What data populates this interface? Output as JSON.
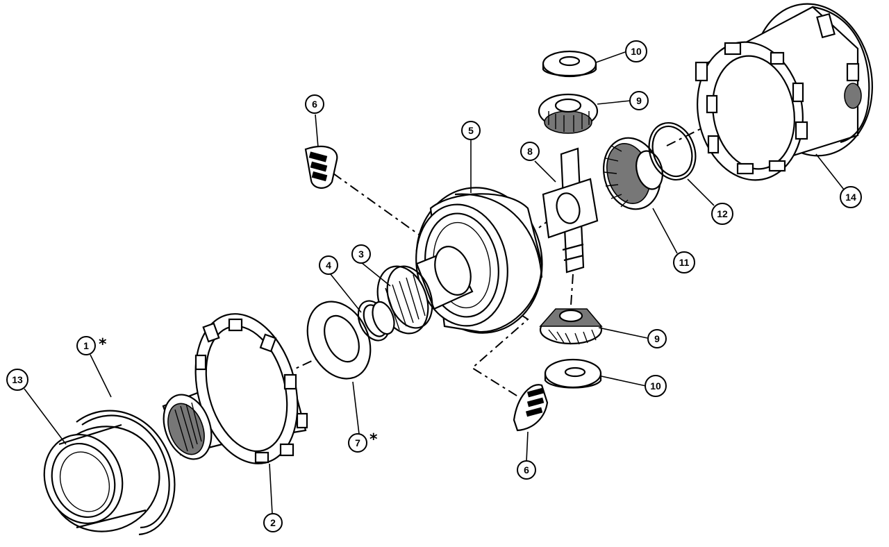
{
  "callouts": [
    {
      "id": "c1",
      "label": "1",
      "star": "*"
    },
    {
      "id": "c2",
      "label": "2"
    },
    {
      "id": "c3",
      "label": "3"
    },
    {
      "id": "c4",
      "label": "4"
    },
    {
      "id": "c5",
      "label": "5"
    },
    {
      "id": "c6a",
      "label": "6"
    },
    {
      "id": "c6b",
      "label": "6"
    },
    {
      "id": "c7",
      "label": "7",
      "star": "*"
    },
    {
      "id": "c8",
      "label": "8"
    },
    {
      "id": "c9a",
      "label": "9"
    },
    {
      "id": "c9b",
      "label": "9"
    },
    {
      "id": "c10a",
      "label": "10"
    },
    {
      "id": "c10b",
      "label": "10"
    },
    {
      "id": "c11",
      "label": "11"
    },
    {
      "id": "c12",
      "label": "12"
    },
    {
      "id": "c13",
      "label": "13"
    },
    {
      "id": "c14",
      "label": "14"
    }
  ]
}
